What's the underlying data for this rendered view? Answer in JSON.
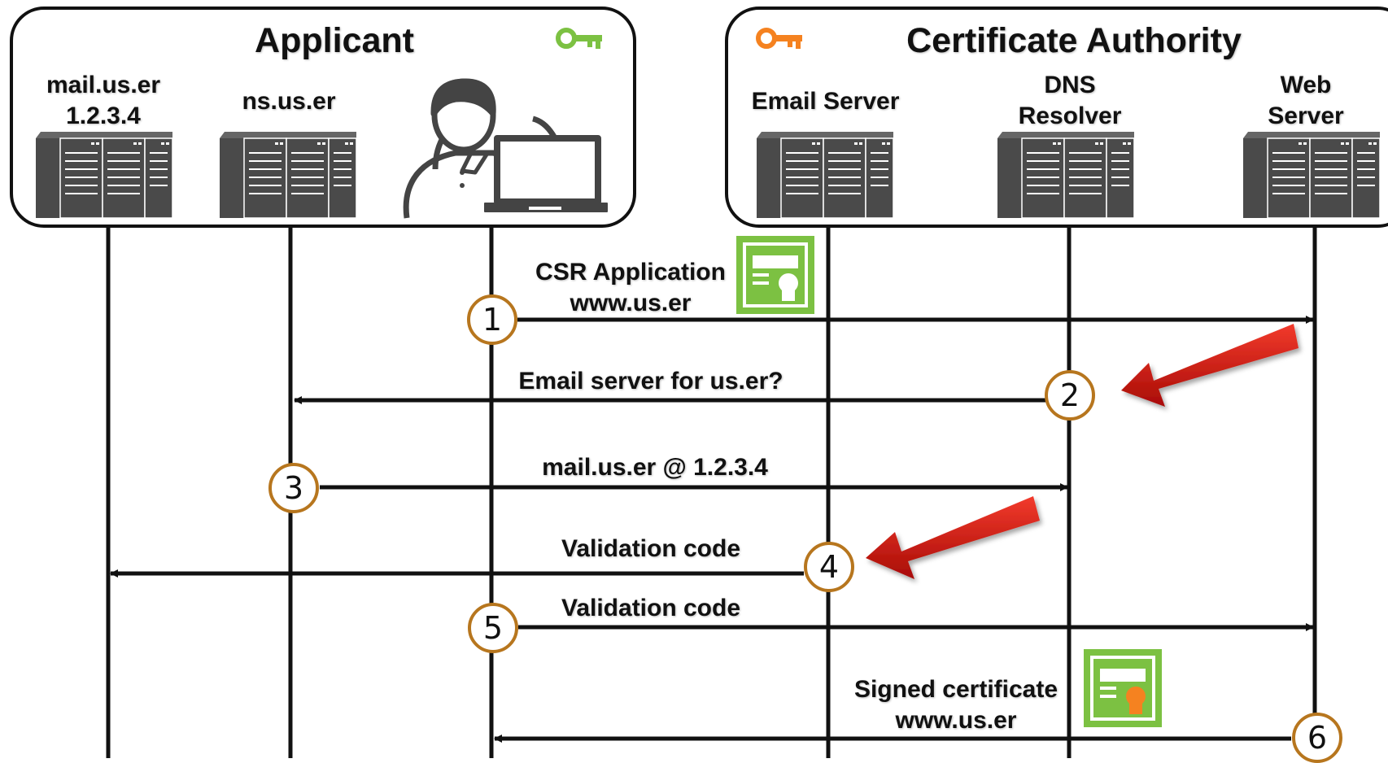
{
  "groups": {
    "applicant": {
      "title": "Applicant",
      "key_color": "#7cc142"
    },
    "ca": {
      "title": "Certificate Authority",
      "key_color": "#f58220"
    }
  },
  "nodes": {
    "mail_server": {
      "line1": "mail.us.er",
      "line2": "1.2.3.4",
      "icon": "server-icon"
    },
    "ns_server": {
      "line1": "ns.us.er",
      "icon": "server-icon"
    },
    "user": {
      "icon": "user-with-laptop-icon"
    },
    "email_server": {
      "line1": "Email Server",
      "icon": "server-icon"
    },
    "dns_resolver": {
      "line1": "DNS",
      "line2": "Resolver",
      "icon": "server-icon"
    },
    "web_server": {
      "line1": "Web",
      "line2": "Server",
      "icon": "server-icon"
    }
  },
  "messages": [
    {
      "step": "1",
      "line1": "CSR Application",
      "line2": "www.us.er"
    },
    {
      "step": "2",
      "line1": "Email server for us.er?"
    },
    {
      "step": "3",
      "line1": "mail.us.er @ 1.2.3.4"
    },
    {
      "step": "4",
      "line1": "Validation code"
    },
    {
      "step": "5",
      "line1": "Validation code"
    },
    {
      "step": "6",
      "line1": "Signed certificate",
      "line2": "www.us.er"
    }
  ],
  "colors": {
    "step_circle_border": "#b7761e",
    "highlight_arrow": "#d0160f",
    "certificate_green": "#7cc142",
    "certificate_seal_green": "#7cc142",
    "certificate_seal_orange": "#f58220",
    "server_fill": "#444444"
  }
}
